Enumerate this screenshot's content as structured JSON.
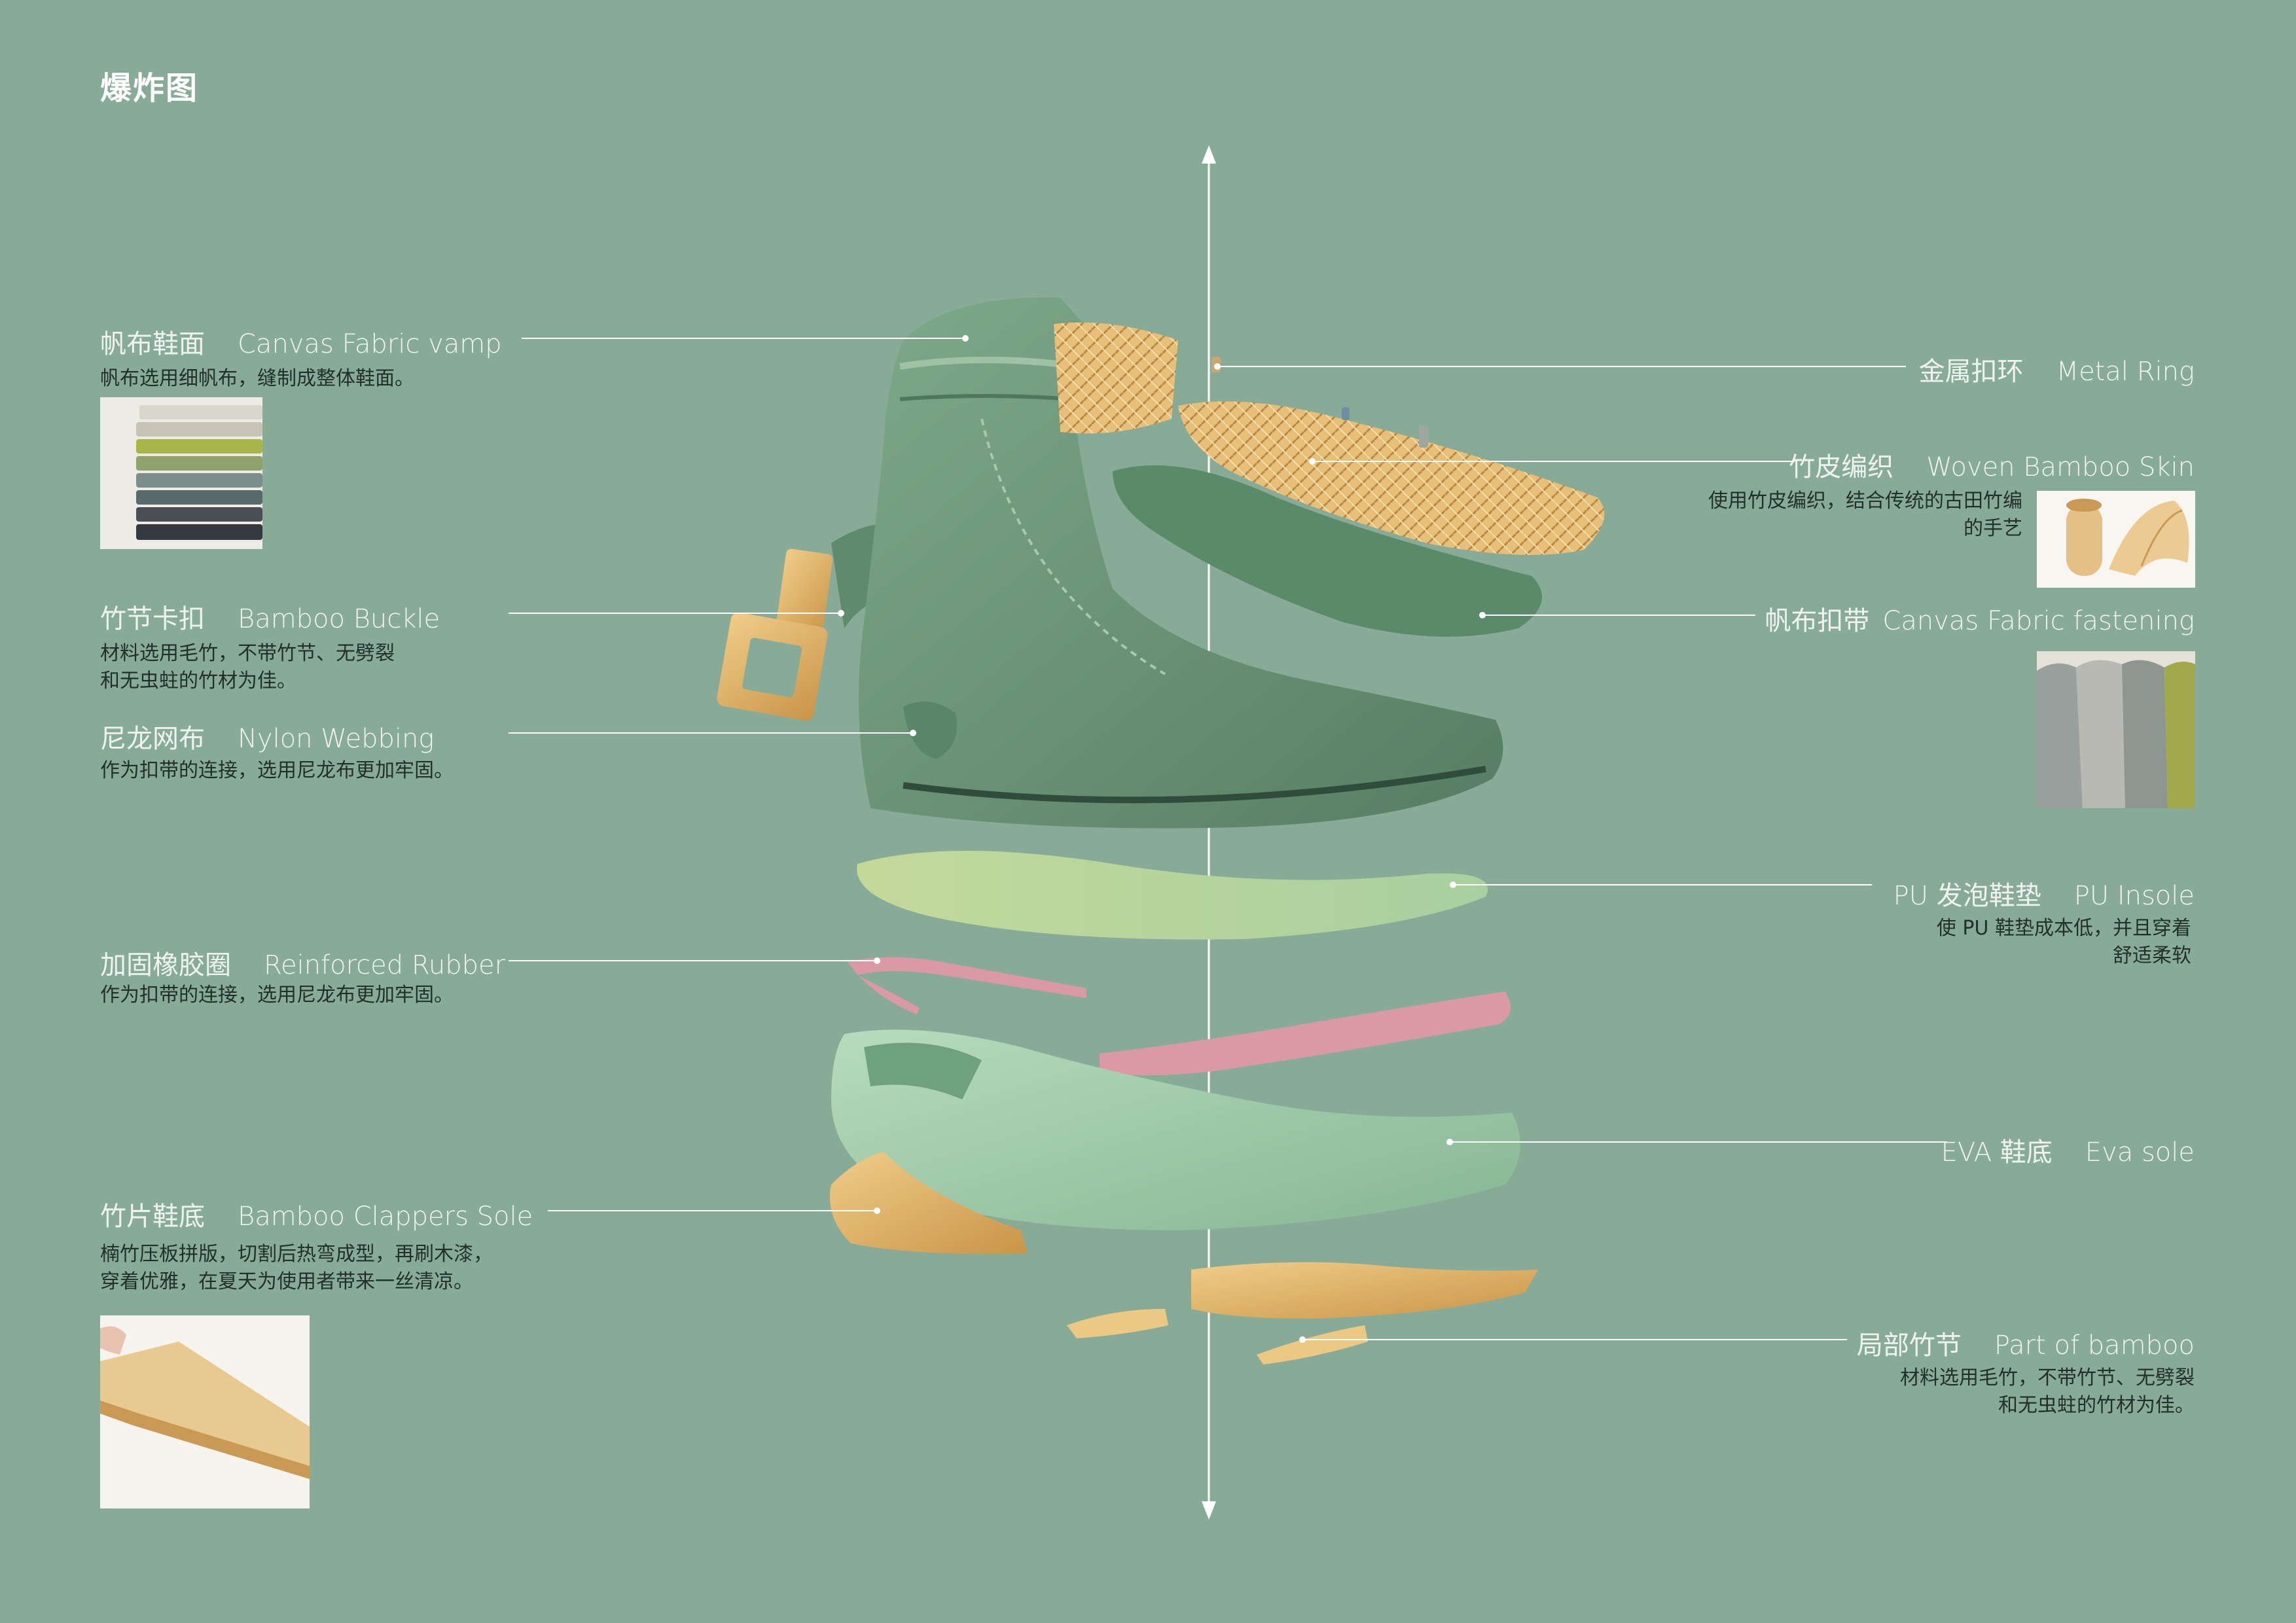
{
  "title": "爆炸图",
  "colors": {
    "background": "#88ab97",
    "label": "#eef3ef",
    "description": "#21302a",
    "leader_line": "#ffffff",
    "canvas_green": "#6f9a7c",
    "bamboo": "#e2b46a",
    "pink_rubber": "#d99aa3",
    "eva_green": "#a8d0b0"
  },
  "left_labels": [
    {
      "cn": "帆布鞋面",
      "en": "Canvas Fabric vamp",
      "desc": [
        "帆布选用细帆布，缝制成整体鞋面。"
      ]
    },
    {
      "cn": "竹节卡扣",
      "en": "Bamboo Buckle",
      "desc": [
        "材料选用毛竹，不带竹节、无劈裂",
        "和无虫蛀的竹材为佳。"
      ]
    },
    {
      "cn": "尼龙网布",
      "en": "Nylon Webbing",
      "desc": [
        "作为扣带的连接，选用尼龙布更加牢固。"
      ]
    },
    {
      "cn": "加固橡胶圈",
      "en": "Reinforced Rubber",
      "desc": [
        "作为扣带的连接，选用尼龙布更加牢固。"
      ]
    },
    {
      "cn": "竹片鞋底",
      "en": "Bamboo Clappers Sole",
      "desc": [
        "楠竹压板拼版，切割后热弯成型，再刷木漆，",
        "穿着优雅，在夏天为使用者带来一丝清凉。"
      ]
    }
  ],
  "right_labels": [
    {
      "cn": "金属扣环",
      "en": "Metal Ring",
      "desc": []
    },
    {
      "cn": "竹皮编织",
      "en": "Woven Bamboo Skin",
      "desc": [
        "使用竹皮编织，结合传统的古田竹编",
        "的手艺"
      ]
    },
    {
      "cn": "帆布扣带",
      "en": "Canvas Fabric fastening",
      "desc": []
    },
    {
      "cn": "PU 发泡鞋垫",
      "en": "PU Insole",
      "desc": [
        "使 PU 鞋垫成本低，并且穿着",
        "舒适柔软"
      ]
    },
    {
      "cn": "EVA 鞋底",
      "en": "Eva sole",
      "desc": []
    },
    {
      "cn": "局部竹节",
      "en": "Part of bamboo",
      "desc": [
        "材料选用毛竹，不带竹节、无劈裂",
        "和无虫蛀的竹材为佳。"
      ]
    }
  ],
  "thumbnails": [
    {
      "name": "fabric-stack-photo"
    },
    {
      "name": "bamboo-roll-photo"
    },
    {
      "name": "canvas-fabric-swatch-photo"
    },
    {
      "name": "bamboo-board-photo"
    }
  ]
}
